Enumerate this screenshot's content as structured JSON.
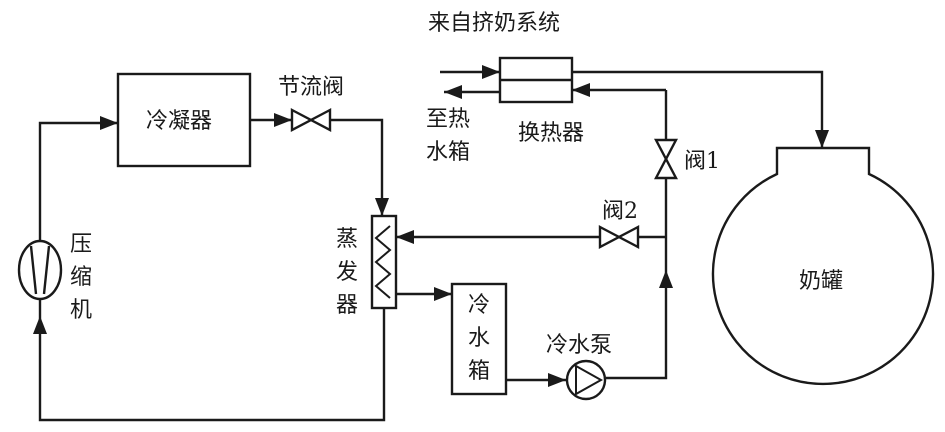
{
  "labels": {
    "from_milking": "来自挤奶系统",
    "throttle_valve": "节流阀",
    "condenser": "冷凝器",
    "to_hot_water_tank_line1": "至热",
    "to_hot_water_tank_line2": "水箱",
    "heat_exchanger": "换热器",
    "valve1": "阀1",
    "valve2": "阀2",
    "compressor_line1": "压",
    "compressor_line2": "缩",
    "compressor_line3": "机",
    "evaporator_line1": "蒸",
    "evaporator_line2": "发",
    "evaporator_line3": "器",
    "cold_water_tank_line1": "冷",
    "cold_water_tank_line2": "水",
    "cold_water_tank_line3": "箱",
    "cold_water_pump": "冷水泵",
    "milk_tank": "奶罐"
  },
  "colors": {
    "line": "#1a1a1a",
    "background": "#ffffff"
  }
}
